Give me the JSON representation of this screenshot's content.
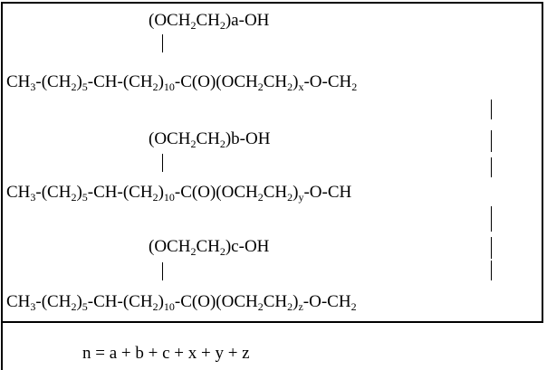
{
  "formula": {
    "branch_a": [
      "(OCH",
      "2",
      "CH",
      "2",
      ")a-OH"
    ],
    "chain_1": [
      "CH",
      "3",
      "-(CH",
      "2",
      ")",
      "5",
      "-CH-(CH",
      "2",
      ")",
      "10",
      "-C(O)(OCH",
      "2",
      "CH",
      "2",
      ")",
      "x",
      "-O-CH",
      "2"
    ],
    "branch_b": [
      "(OCH",
      "2",
      "CH",
      "2",
      ")b-OH"
    ],
    "chain_2": [
      "CH",
      "3",
      "-(CH",
      "2",
      ")",
      "5",
      "-CH-(CH",
      "2",
      ")",
      "10",
      "-C(O)(OCH",
      "2",
      "CH",
      "2",
      ")",
      "y",
      "-O-CH"
    ],
    "branch_c": [
      "(OCH",
      "2",
      "CH",
      "2",
      ")c-OH"
    ],
    "chain_3": [
      "CH",
      "3",
      "-(CH",
      "2",
      ")",
      "5",
      "-CH-(CH",
      "2",
      ")",
      "10",
      "-C(O)(OCH",
      "2",
      "CH",
      "2",
      ")",
      "z",
      "-O-CH",
      "2"
    ],
    "sum_equation": "n = a + b + c + x + y + z"
  }
}
